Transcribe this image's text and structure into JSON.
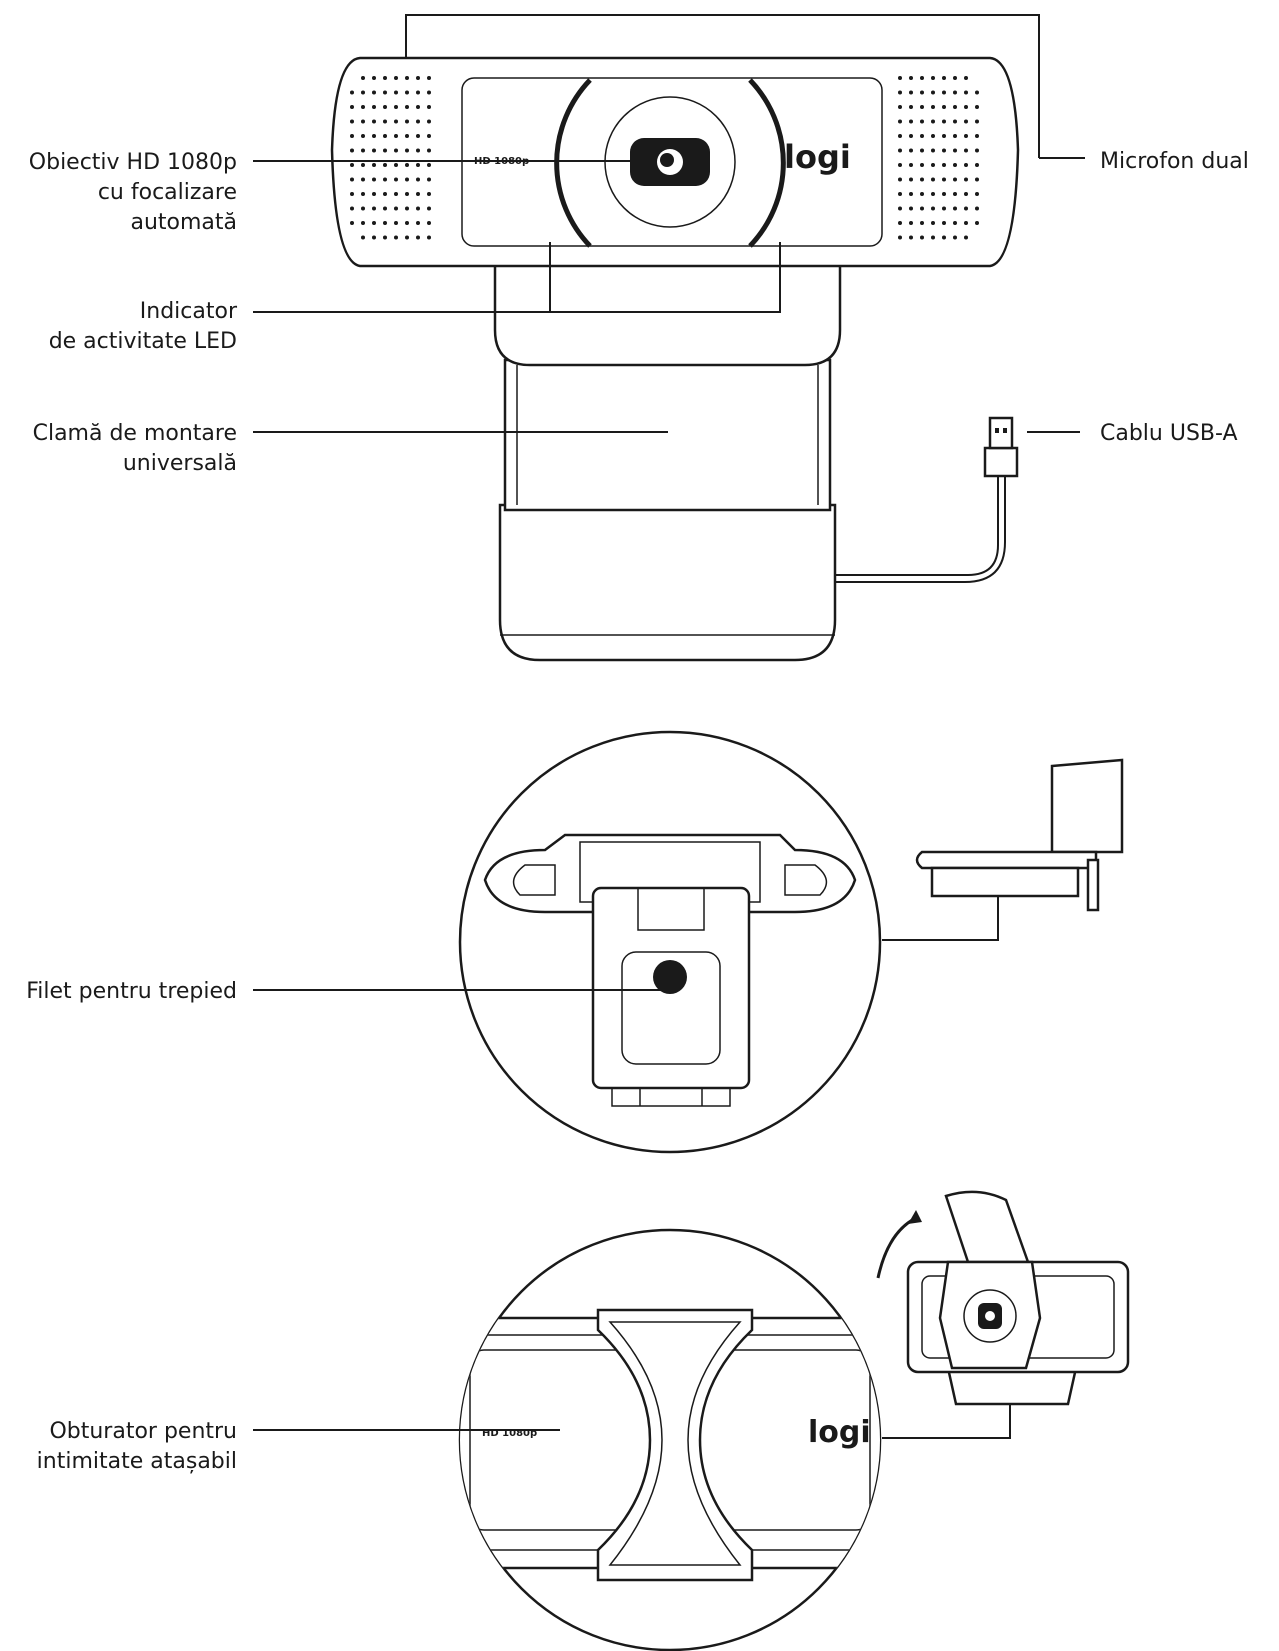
{
  "callouts": {
    "lens_line1": "Obiectiv HD 1080p",
    "lens_line2": "cu focalizare",
    "lens_line3": "automată",
    "mic": "Microfon dual",
    "led_line1": "Indicator",
    "led_line2": "de activitate LED",
    "clip_line1": "Clamă de montare",
    "clip_line2": "universală",
    "usb": "Cablu USB-A",
    "tripod": "Filet pentru trepied",
    "shutter_line1": "Obturator pentru",
    "shutter_line2": "intimitate atașabil"
  },
  "device_text": {
    "resolution_badge": "HD 1080p",
    "brand_logo": "logi"
  }
}
